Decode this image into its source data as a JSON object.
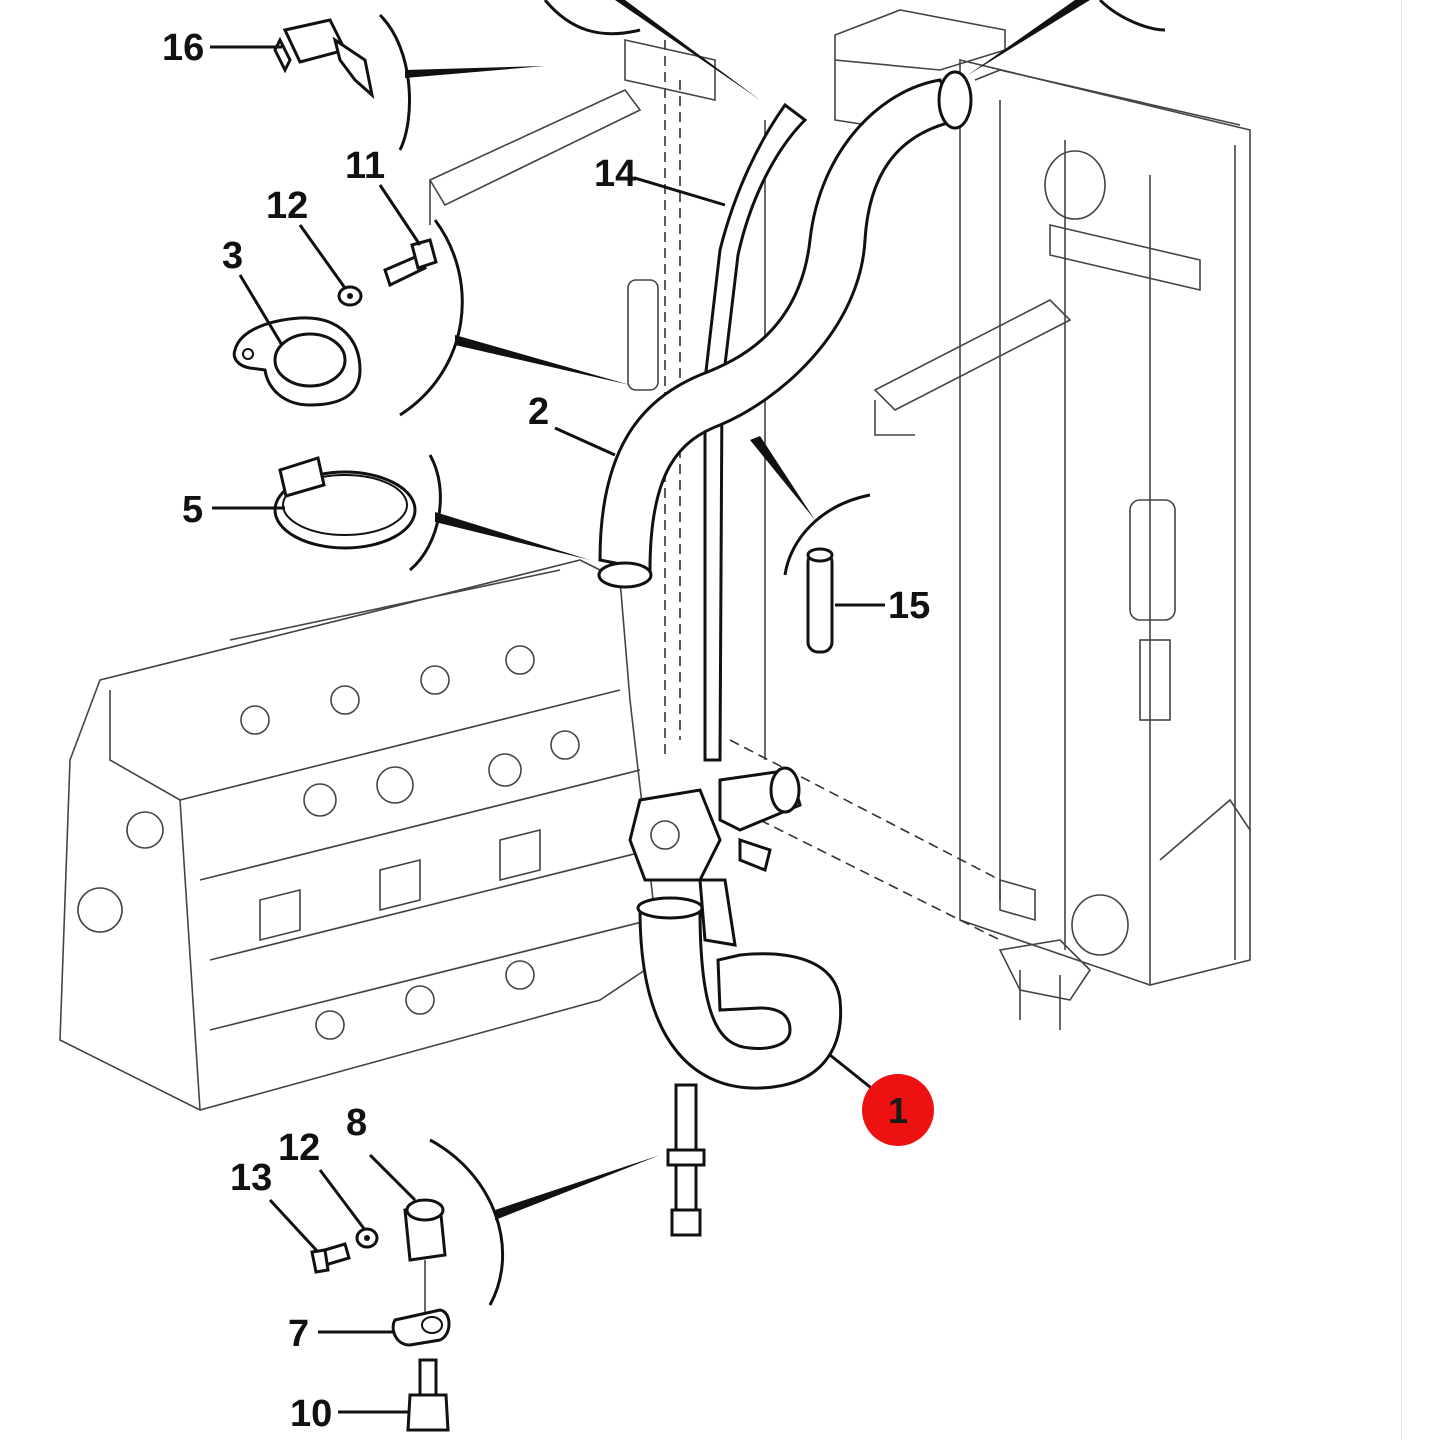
{
  "callouts": {
    "c16": "16",
    "c11": "11",
    "c12_top": "12",
    "c3": "3",
    "c14": "14",
    "c2": "2",
    "c5": "5",
    "c15": "15",
    "c1": "1",
    "c8": "8",
    "c12_bottom": "12",
    "c13": "13",
    "c7": "7",
    "c10": "10"
  },
  "highlight": {
    "part_number": "1",
    "color": "#ee1111"
  }
}
